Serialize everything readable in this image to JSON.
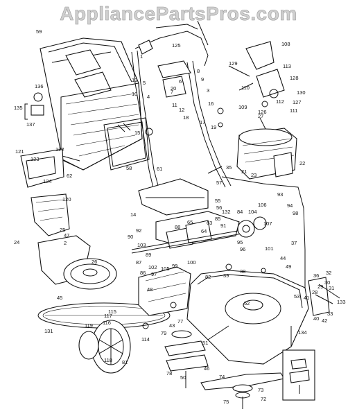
{
  "watermark": "AppliancePartsPros.com",
  "colors": {
    "ink": "#111111",
    "watermark": "#cfcfcf",
    "background": "#ffffff"
  },
  "part_labels": [
    "59",
    "136",
    "135",
    "137",
    "125",
    "129",
    "108",
    "113",
    "128",
    "110",
    "130",
    "112",
    "127",
    "111",
    "126",
    "109",
    "27",
    "22",
    "21",
    "23",
    "35",
    "57",
    "62",
    "121",
    "123",
    "122",
    "124",
    "120",
    "25",
    "47",
    "2",
    "24",
    "26",
    "45",
    "131",
    "14",
    "92",
    "90",
    "103",
    "89",
    "88",
    "86",
    "87",
    "102",
    "105",
    "97",
    "99",
    "100",
    "82",
    "91",
    "93",
    "94",
    "84",
    "104",
    "106",
    "98",
    "107",
    "101",
    "37",
    "44",
    "49",
    "48",
    "39",
    "52",
    "53",
    "36",
    "32",
    "30",
    "31",
    "29",
    "28",
    "40",
    "41",
    "42",
    "33",
    "133",
    "134",
    "119",
    "117",
    "116",
    "115",
    "118",
    "81",
    "114",
    "77",
    "43",
    "79",
    "51",
    "78",
    "46",
    "50",
    "74",
    "73",
    "72",
    "75",
    "10",
    "11",
    "12",
    "13",
    "15",
    "16",
    "17",
    "18",
    "19",
    "20",
    "55",
    "56",
    "132",
    "58",
    "61",
    "65",
    "63",
    "64",
    "38",
    "85",
    "9",
    "8",
    "7",
    "6",
    "5",
    "4",
    "3",
    "1",
    "95",
    "96"
  ]
}
